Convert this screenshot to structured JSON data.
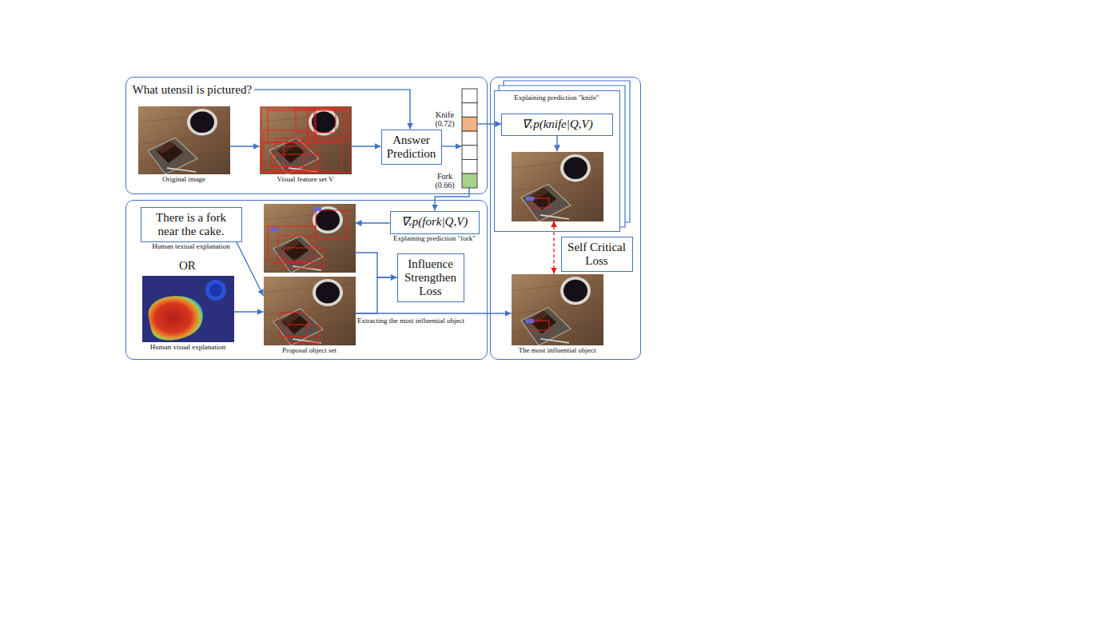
{
  "diagram": {
    "nodes": [
      {
        "text": []
      },
      {
        "text": [
          "What utensil is pictured?"
        ],
        "in": 0
      },
      {
        "text": [
          "Original image"
        ],
        "in": 0
      },
      {
        "text": [
          "Visual feature set V"
        ],
        "in": 0
      },
      {
        "text": [
          "Answer Prediction"
        ],
        "in": 0
      },
      {
        "text": [
          "Knife (0.72)",
          "Fork (0.66)"
        ],
        "in": 0
      },
      {
        "text": []
      },
      {
        "text": [
          "There is a fork near the cake.",
          "Human textual explanation"
        ],
        "in": 6
      },
      {
        "text": [
          "Human visual explanation"
        ],
        "in": 6
      },
      {
        "text": [],
        "in": 6
      },
      {
        "text": [
          "Proposal object set"
        ],
        "in": 6
      },
      {
        "text": [
          "∇ᵥp(fork|Q,V)",
          "Explaining prediction \"fork\""
        ],
        "in": 6
      },
      {
        "text": [
          "Influence Strengthen Loss"
        ],
        "in": 6
      },
      {
        "text": []
      },
      {
        "text": [
          "Explaining prediction \"knife\""
        ],
        "in": 13
      },
      {
        "text": [
          "∇ᵥp(knife|Q,V)"
        ],
        "in": 14
      },
      {
        "text": [],
        "in": 14
      },
      {
        "text": [
          "Self Critical Loss"
        ],
        "in": 13
      },
      {
        "text": [
          "The most influential object"
        ],
        "in": 13
      }
    ],
    "edges": [
      {
        "from": 1,
        "to": 4,
        "arrow": "to"
      },
      {
        "from": 2,
        "to": 3,
        "arrow": "to"
      },
      {
        "from": 3,
        "to": 4,
        "arrow": "to"
      },
      {
        "from": 4,
        "to": 5,
        "arrow": "to"
      },
      {
        "from": 5,
        "to": 15,
        "arrow": "to"
      },
      {
        "from": 5,
        "to": 11,
        "arrow": "to"
      },
      {
        "from": 15,
        "to": 16,
        "arrow": "to"
      },
      {
        "from": 11,
        "to": 9,
        "arrow": "to"
      },
      {
        "from": 7,
        "to": 10,
        "arrow": "to"
      },
      {
        "from": 8,
        "to": 10,
        "arrow": "to"
      },
      {
        "from": 9,
        "to": 12,
        "arrow": "to"
      },
      {
        "from": 10,
        "to": 12,
        "arrow": "to"
      },
      {
        "from": 10,
        "to": 18,
        "label": "Extracting the most influential object",
        "arrow": "to"
      },
      {
        "from": 16,
        "to": 18,
        "arrow": "both"
      }
    ],
    "labels": [
      "OR"
    ]
  }
}
